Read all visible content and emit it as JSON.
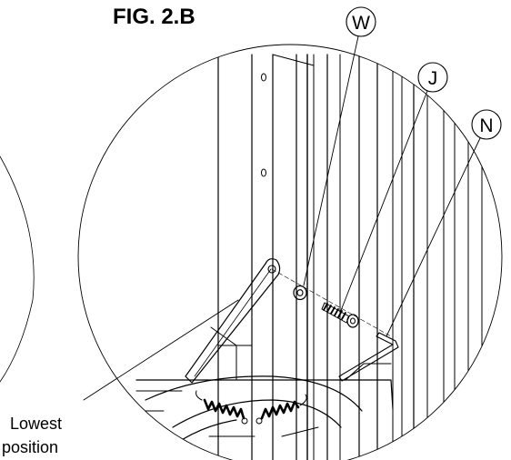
{
  "figure": {
    "title": "FIG. 2.B"
  },
  "callouts": [
    {
      "letter": "W",
      "part": "washer"
    },
    {
      "letter": "J",
      "part": "bolt"
    },
    {
      "letter": "N",
      "part": "hex-key"
    }
  ],
  "annotation": {
    "line1": "Lowest",
    "line2": "position"
  },
  "colors": {
    "ink": "#000000",
    "background": "#ffffff"
  }
}
